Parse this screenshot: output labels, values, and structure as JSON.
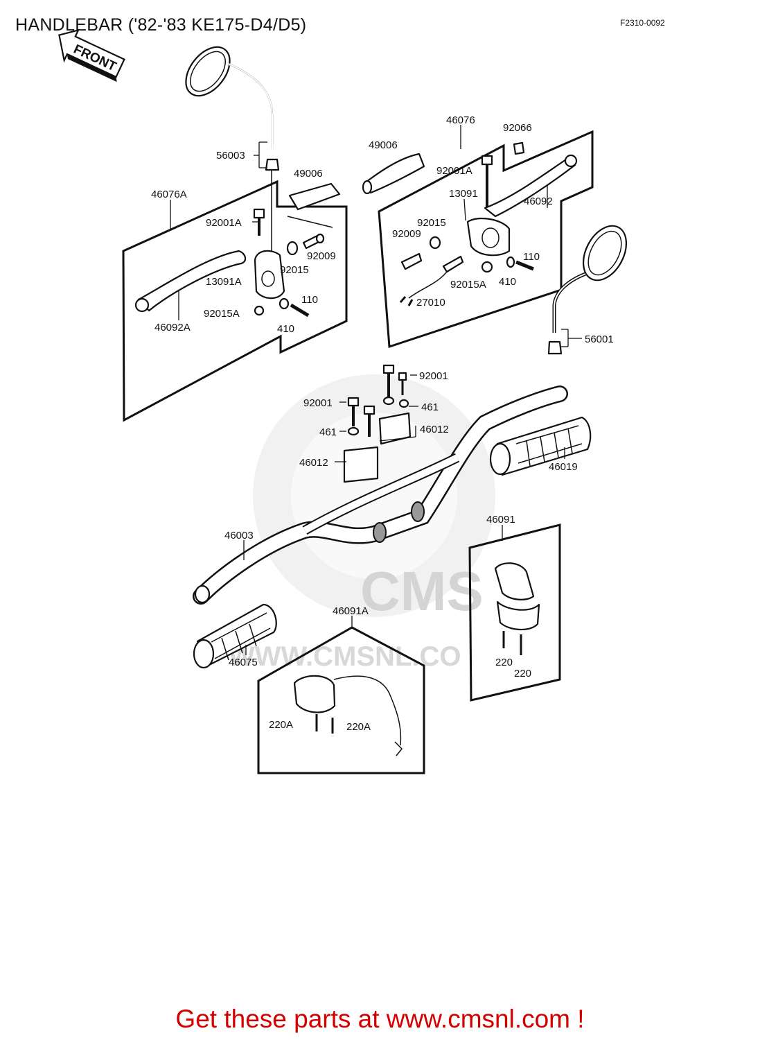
{
  "page": {
    "title": "HANDLEBAR ('82-'83 KE175-D4/D5)",
    "figure_code": "F2310-0092",
    "front_arrow": "FRONT",
    "footer": "Get these parts at www.cmsnl.com !",
    "watermark_url": "WWW.CMSNL.CO"
  },
  "colors": {
    "footer": "#d40000",
    "ink": "#111111",
    "watermark": "#d8d8d8"
  },
  "parts": {
    "p56003": "56003",
    "p49006_left": "49006",
    "p49006_right": "49006",
    "p46076A": "46076A",
    "p92001A_left": "92001A",
    "p92009_left": "92009",
    "p92015_left": "92015",
    "p13091A": "13091A",
    "p92015A_left": "92015A",
    "p110_left": "110",
    "p410_left": "410",
    "p46092A": "46092A",
    "p46076": "46076",
    "p92066": "92066",
    "p92001A_right": "92001A",
    "p13091": "13091",
    "p46092": "46092",
    "p92015_right": "92015",
    "p92009_right": "92009",
    "p110_right": "110",
    "p92015A_right": "92015A",
    "p410_right": "410",
    "p27010": "27010",
    "p56001": "56001",
    "p92001_top": "92001",
    "p92001_mid": "92001",
    "p461_right": "461",
    "p461_left": "461",
    "p46012_right": "46012",
    "p46012_left": "46012",
    "p46019": "46019",
    "p46003": "46003",
    "p46091": "46091",
    "p46091A": "46091A",
    "p46075": "46075",
    "p220_a": "220",
    "p220_b": "220",
    "p220A_left": "220A",
    "p220A_right": "220A"
  }
}
